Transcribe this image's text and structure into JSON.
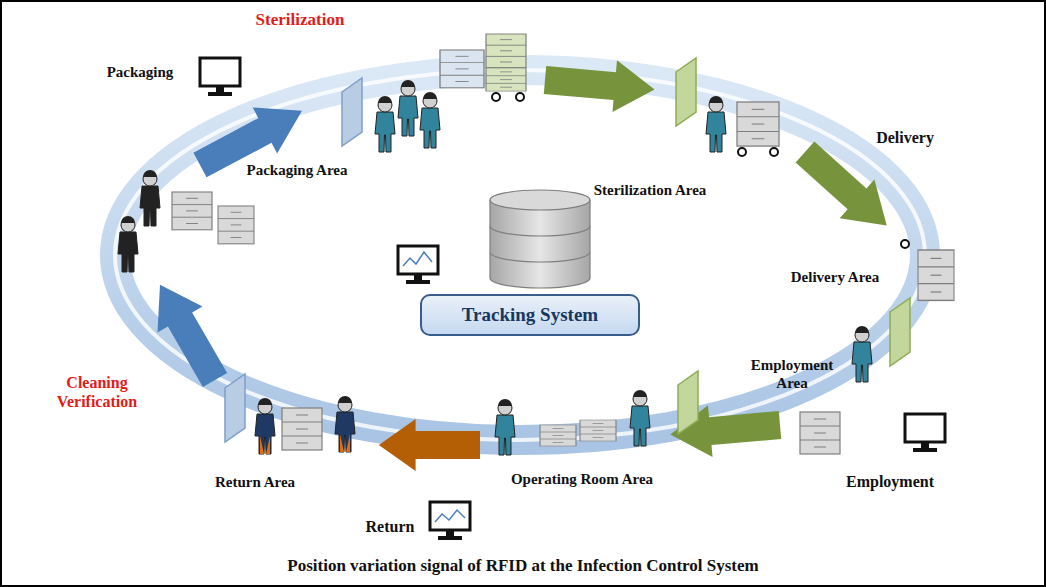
{
  "diagram": {
    "caption": "Position variation signal of RFID at the Infection Control System",
    "nodes": [
      {
        "text": [
          "Tracking System"
        ]
      }
    ],
    "labels": [
      "Sterilization",
      "Packaging",
      "Packaging Area",
      "Sterilization Area",
      "Delivery",
      "Delivery Area",
      "Employment Area",
      "Employment",
      "Operating Room Area",
      "Return",
      "Return Area",
      "Cleaning Verification"
    ]
  }
}
